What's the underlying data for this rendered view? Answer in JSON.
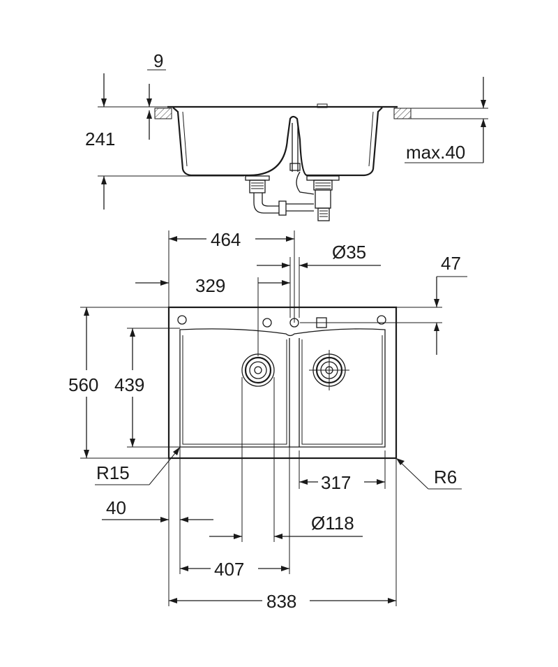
{
  "dimensions": {
    "rim_thickness": "9",
    "height": "241",
    "max_worktop": "max.40",
    "tap_offset_x": "464",
    "tap_hole_dia": "Ø35",
    "tap_offset_y": "47",
    "bowl_center": "329",
    "depth": "560",
    "bowl_depth": "439",
    "corner_radius_bowl": "R15",
    "corner_radius_outer": "R6",
    "right_bowl_width": "317",
    "edge_offset": "40",
    "waste_dia": "Ø118",
    "left_bowl_width": "407",
    "total_width": "838"
  }
}
